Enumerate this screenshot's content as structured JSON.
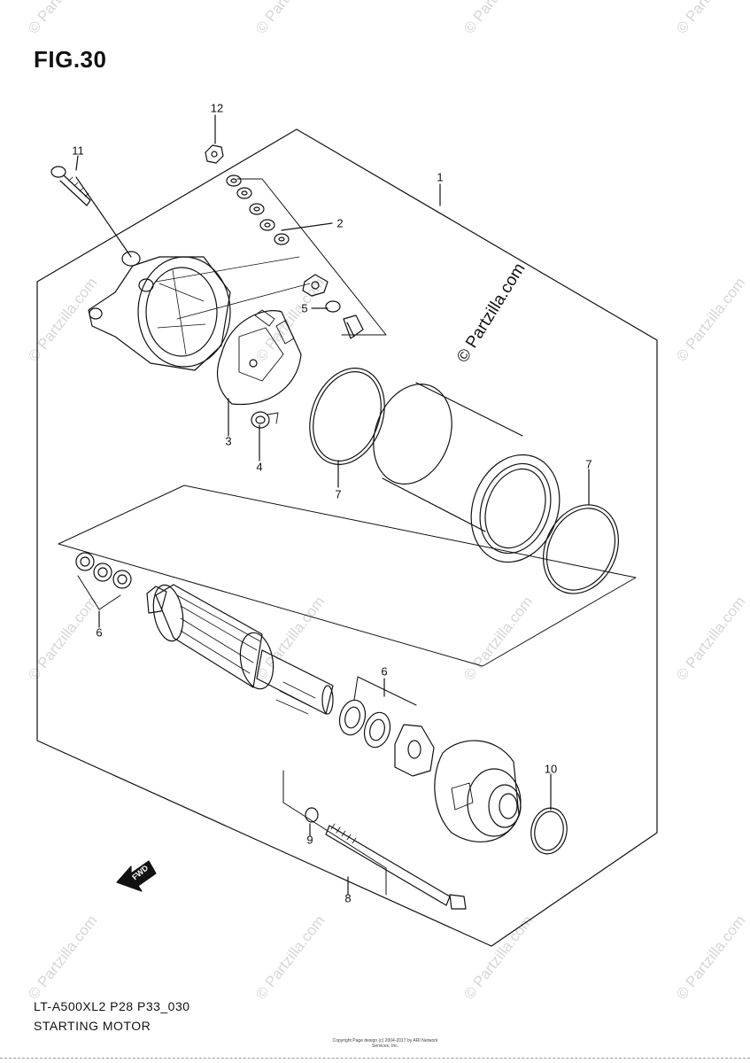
{
  "figure": {
    "title": "FIG.30"
  },
  "footer": {
    "model_code": "LT-A500XL2 P28 P33_030",
    "assembly_name": "STARTING MOTOR",
    "tiny_text": "Copyright Page design (c) 2004-2017 by ARI Network Services, Inc."
  },
  "watermark": {
    "text": "© Partzilla.com",
    "main_text": "© Partzilla.com"
  },
  "direction_marker": {
    "label": "FWD"
  },
  "callouts": [
    {
      "id": "1",
      "label": "1"
    },
    {
      "id": "2",
      "label": "2"
    },
    {
      "id": "3",
      "label": "3"
    },
    {
      "id": "4",
      "label": "4"
    },
    {
      "id": "5",
      "label": "5"
    },
    {
      "id": "6a",
      "label": "6"
    },
    {
      "id": "6b",
      "label": "6"
    },
    {
      "id": "7a",
      "label": "7"
    },
    {
      "id": "7b",
      "label": "7"
    },
    {
      "id": "8",
      "label": "8"
    },
    {
      "id": "9",
      "label": "9"
    },
    {
      "id": "10",
      "label": "10"
    },
    {
      "id": "11",
      "label": "11"
    },
    {
      "id": "12",
      "label": "12"
    }
  ]
}
